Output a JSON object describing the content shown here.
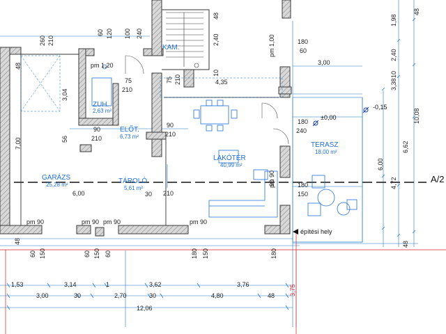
{
  "colors": {
    "wall": "#4a4a4a",
    "hatch": "#9a9a9a",
    "blue": "#1e6fd9",
    "dim": "#1f78c8",
    "red": "#d42020"
  },
  "rooms": {
    "kam": {
      "name": "KAM."
    },
    "zuh": {
      "name": "ZUH.",
      "area": "2,63 m²"
    },
    "elot": {
      "name": "ELŐT.",
      "area": "6,73 m²"
    },
    "lakoter": {
      "name": "LAKÓTÉR",
      "area": "40,99 m²"
    },
    "garazs": {
      "name": "GARÁZS",
      "area": "25,28 m²"
    },
    "tarolo": {
      "name": "TÁROLÓ",
      "area": "5,61 m²"
    },
    "terasz": {
      "name": "TERASZ",
      "area": "18,00 m²"
    }
  },
  "notes": {
    "level_0": "±0,00",
    "level_minus": "-0,15",
    "section": "A/2",
    "site_line": "építési hely"
  },
  "labels": {
    "pm120_a": "pm 1,20",
    "pm100": "pm 1,00",
    "pm90_a": "pm 90",
    "pm90_b": "pm 90",
    "pm90_c": "pm 90",
    "pm90_d": "pm 90",
    "pm90_e": "pm 90",
    "top_260": "260",
    "top_210": "210",
    "top_60": "60",
    "top_120": "120",
    "top_100": "100",
    "top_240": "240",
    "top_48": "48",
    "w_48": "48",
    "w_304": "3,04",
    "w_700": "7,00",
    "w_56": "56",
    "w_240": "2,40",
    "w_75a": "75",
    "w_210a": "210",
    "w_75b": "75",
    "w_210b": "210",
    "w_10": "10",
    "w_435": "4,35",
    "e_180a": "180",
    "e_60": "60",
    "e_300": "3,00",
    "e_180b": "180",
    "e_240": "240",
    "e_180c": "180",
    "e_150": "150",
    "c_90a": "90",
    "c_210a": "210",
    "c_90b": "90",
    "c_210b": "210",
    "c_30": "30",
    "c_210c": "210",
    "c_90c": "90",
    "c_600": "6,00",
    "r_198": "1,98",
    "r_240": "2,40",
    "r_10": "10",
    "r_338": "3,38",
    "r_1008": "10,08",
    "r_662": "6,62",
    "r_600": "6,00",
    "r_472": "4,72",
    "r_48a": "48",
    "r_48b": "48",
    "b_48": "48",
    "b_60a": "60",
    "b_150a": "150",
    "b_60b": "60",
    "b_150b": "150",
    "b_60c": "60",
    "b_180a": "180",
    "b_150c": "150",
    "b_180b": "180",
    "d1_153": "1,53",
    "d1_314": "3,14",
    "d1_1": "1",
    "d1_362": "3,62",
    "d1_376": "3,76",
    "d2_300": "3,00",
    "d2_30a": "30",
    "d2_270": "2,70",
    "d2_30b": "30",
    "d2_480": "4,80",
    "d2_48": "48",
    "d3_1206": "12,06",
    "v_375": "3,75"
  }
}
